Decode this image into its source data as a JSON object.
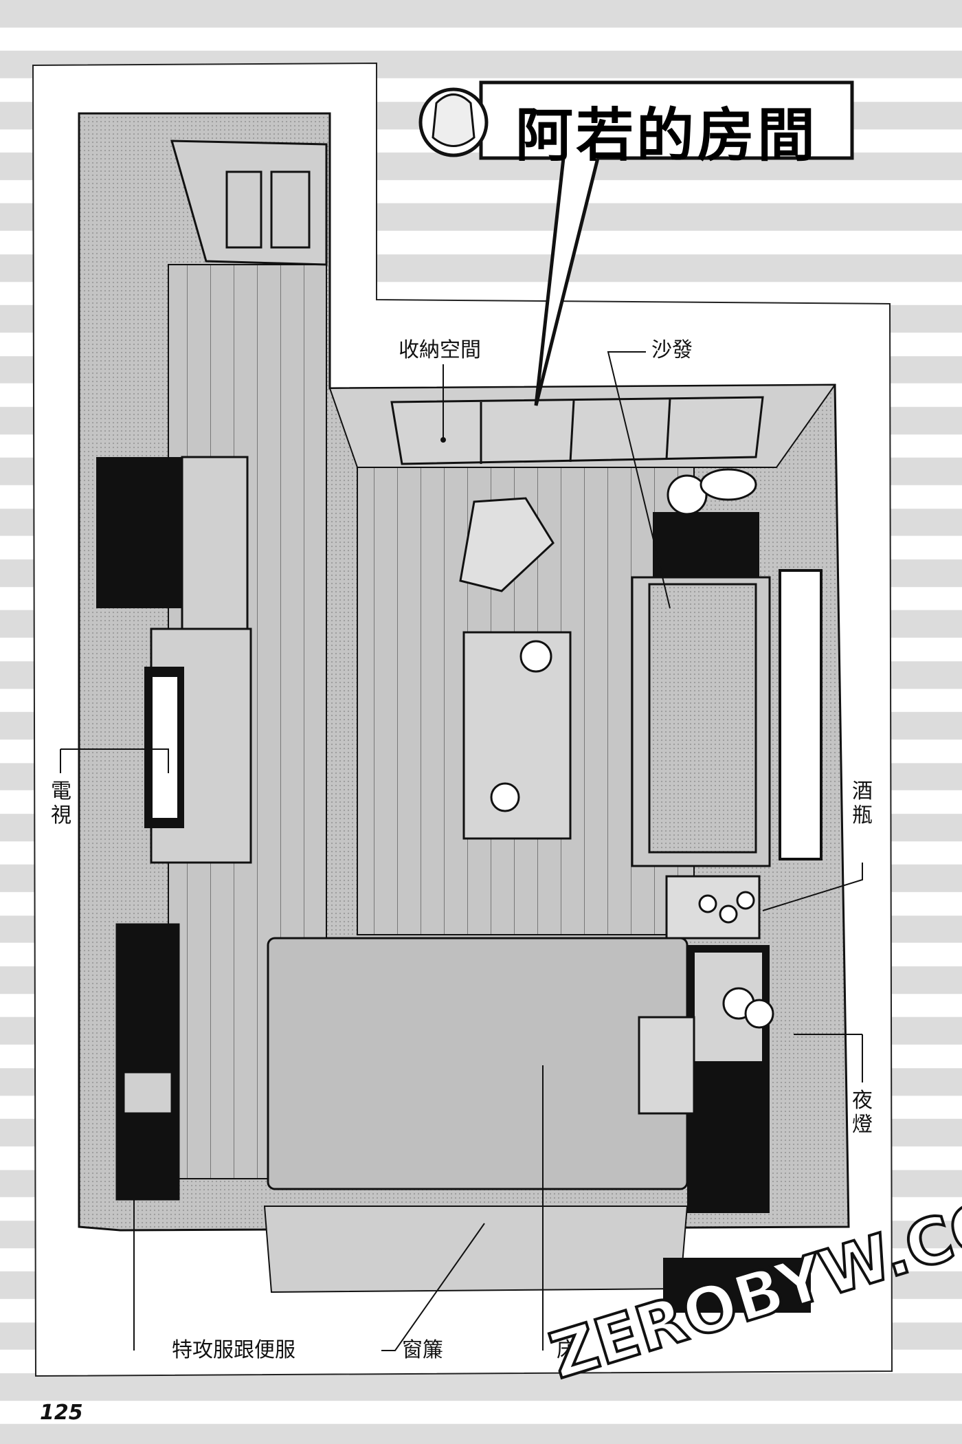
{
  "header": {
    "title": "阿若的房間"
  },
  "labels": {
    "storage": "收納空間",
    "sofa": "沙發",
    "tv": "電視",
    "liquor_bottles": "酒瓶",
    "night_lamp": "夜燈",
    "uniforms": "特攻服跟便服",
    "curtain": "窗簾",
    "bed": "床"
  },
  "page_number": "125",
  "watermark": "ZEROBYW.COM",
  "colors": {
    "ink": "#111111",
    "screentone": "#bdbdbd",
    "paper": "#ffffff"
  }
}
